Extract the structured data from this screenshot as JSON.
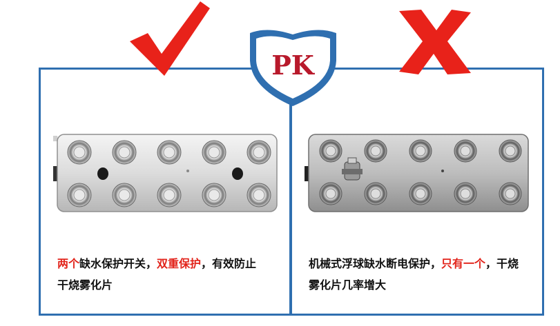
{
  "badge": {
    "text": "PK"
  },
  "left": {
    "mark": "check-mark-icon",
    "desc": {
      "p1": "两个",
      "p2": "缺水保护开关，",
      "p3": "双重保护",
      "p4": "，有效防止",
      "p5": "干烧雾化片"
    }
  },
  "right": {
    "mark": "x-mark-icon",
    "desc": {
      "p1": "机械式浮球缺水断电保护，",
      "p2": "只有一个",
      "p3": "，干烧",
      "p4": "雾化片几率增大"
    }
  },
  "colors": {
    "frame": "#2f6fb0",
    "highlight": "#e2231a",
    "mark": "#e8221a",
    "badge_text": "#b8192b"
  }
}
